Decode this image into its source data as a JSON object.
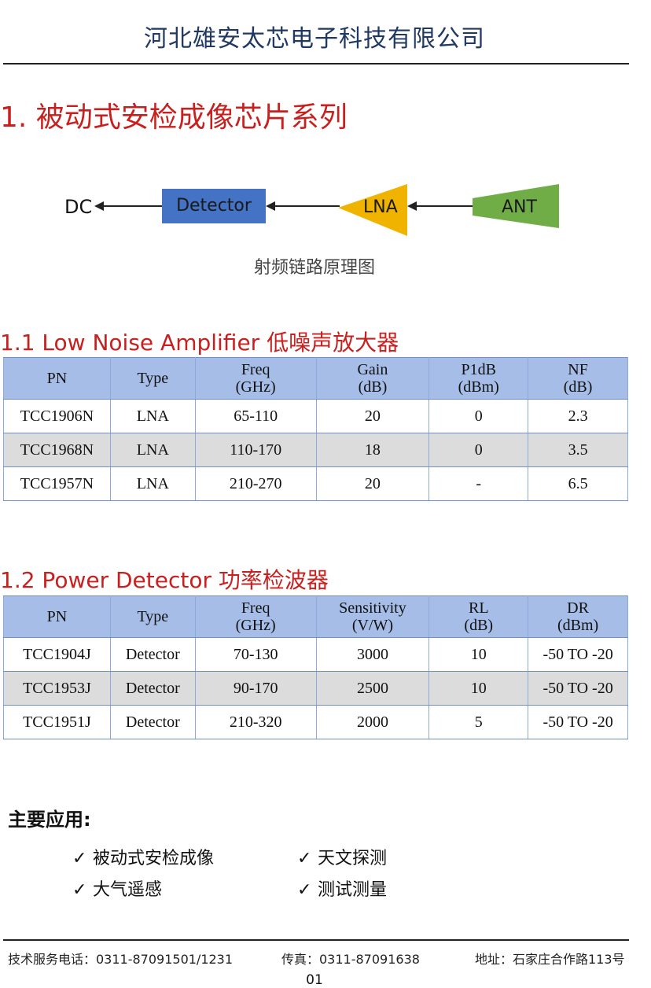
{
  "header": {
    "company": "河北雄安太芯电子科技有限公司"
  },
  "section1": {
    "title": "1. 被动式安检成像芯片系列"
  },
  "diagram": {
    "blocks": [
      "DC",
      "Detector",
      "LNA",
      "ANT"
    ],
    "caption": "射频链路原理图",
    "colors": {
      "detector": "#4472c4",
      "lna": "#f0b400",
      "ant": "#70ad47"
    }
  },
  "lna_section": {
    "title": "1.1 Low Noise Amplifier 低噪声放大器",
    "headers": [
      [
        "PN",
        ""
      ],
      [
        "Type",
        ""
      ],
      [
        "Freq",
        "(GHz)"
      ],
      [
        "Gain",
        "(dB)"
      ],
      [
        "P1dB",
        "(dBm)"
      ],
      [
        "NF",
        "(dB)"
      ]
    ],
    "rows": [
      [
        "TCC1906N",
        "LNA",
        "65-110",
        "20",
        "0",
        "2.3"
      ],
      [
        "TCC1968N",
        "LNA",
        "110-170",
        "18",
        "0",
        "3.5"
      ],
      [
        "TCC1957N",
        "LNA",
        "210-270",
        "20",
        "-",
        "6.5"
      ]
    ]
  },
  "detector_section": {
    "title": "1.2 Power Detector 功率检波器",
    "headers": [
      [
        "PN",
        ""
      ],
      [
        "Type",
        ""
      ],
      [
        "Freq",
        "(GHz)"
      ],
      [
        "Sensitivity",
        "(V/W)"
      ],
      [
        "RL",
        "(dB)"
      ],
      [
        "DR",
        "(dBm)"
      ]
    ],
    "rows": [
      [
        "TCC1904J",
        "Detector",
        "70-130",
        "3000",
        "10",
        "-50 TO -20"
      ],
      [
        "TCC1953J",
        "Detector",
        "90-170",
        "2500",
        "10",
        "-50 TO -20"
      ],
      [
        "TCC1951J",
        "Detector",
        "210-320",
        "2000",
        "5",
        "-50 TO -20"
      ]
    ]
  },
  "applications": {
    "title": "主要应用:",
    "check": "✓",
    "items": [
      "被动式安检成像",
      "天文探测",
      "大气遥感",
      "测试测量"
    ]
  },
  "footer": {
    "phone": "技术服务电话：0311-87091501/1231",
    "fax": "传真：0311-87091638",
    "address": "地址：石家庄合作路113号",
    "page": "01"
  }
}
